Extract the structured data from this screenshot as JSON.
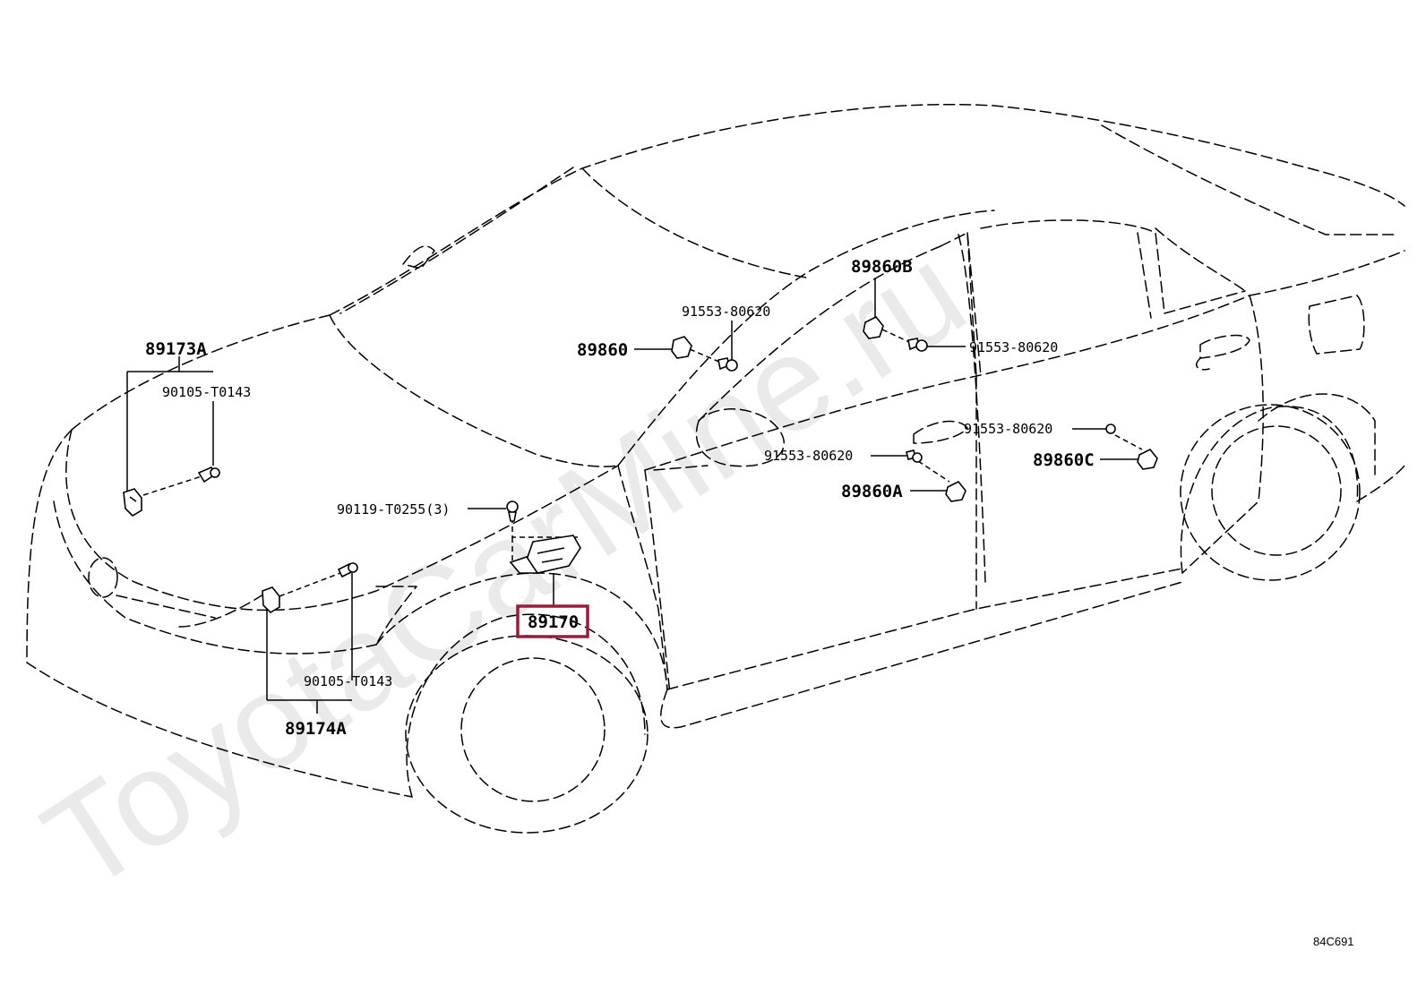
{
  "watermark": "ToyotaCarMine.ru",
  "diagram_code": "84C691",
  "highlight_color": "#9b1b3a",
  "labels": {
    "p89173A": "89173A",
    "p90105_top": "90105-T0143",
    "p90119": "90119-T0255(3)",
    "p89170": "89170",
    "p90105_bottom": "90105-T0143",
    "p89174A": "89174A",
    "p91553_top": "91553-80620",
    "p89860": "89860",
    "p89860B": "89860B",
    "p91553_right": "91553-80620",
    "p91553_doorR": "91553-80620",
    "p89860C": "89860C",
    "p91553_doorL": "91553-80620",
    "p89860A": "89860A"
  }
}
